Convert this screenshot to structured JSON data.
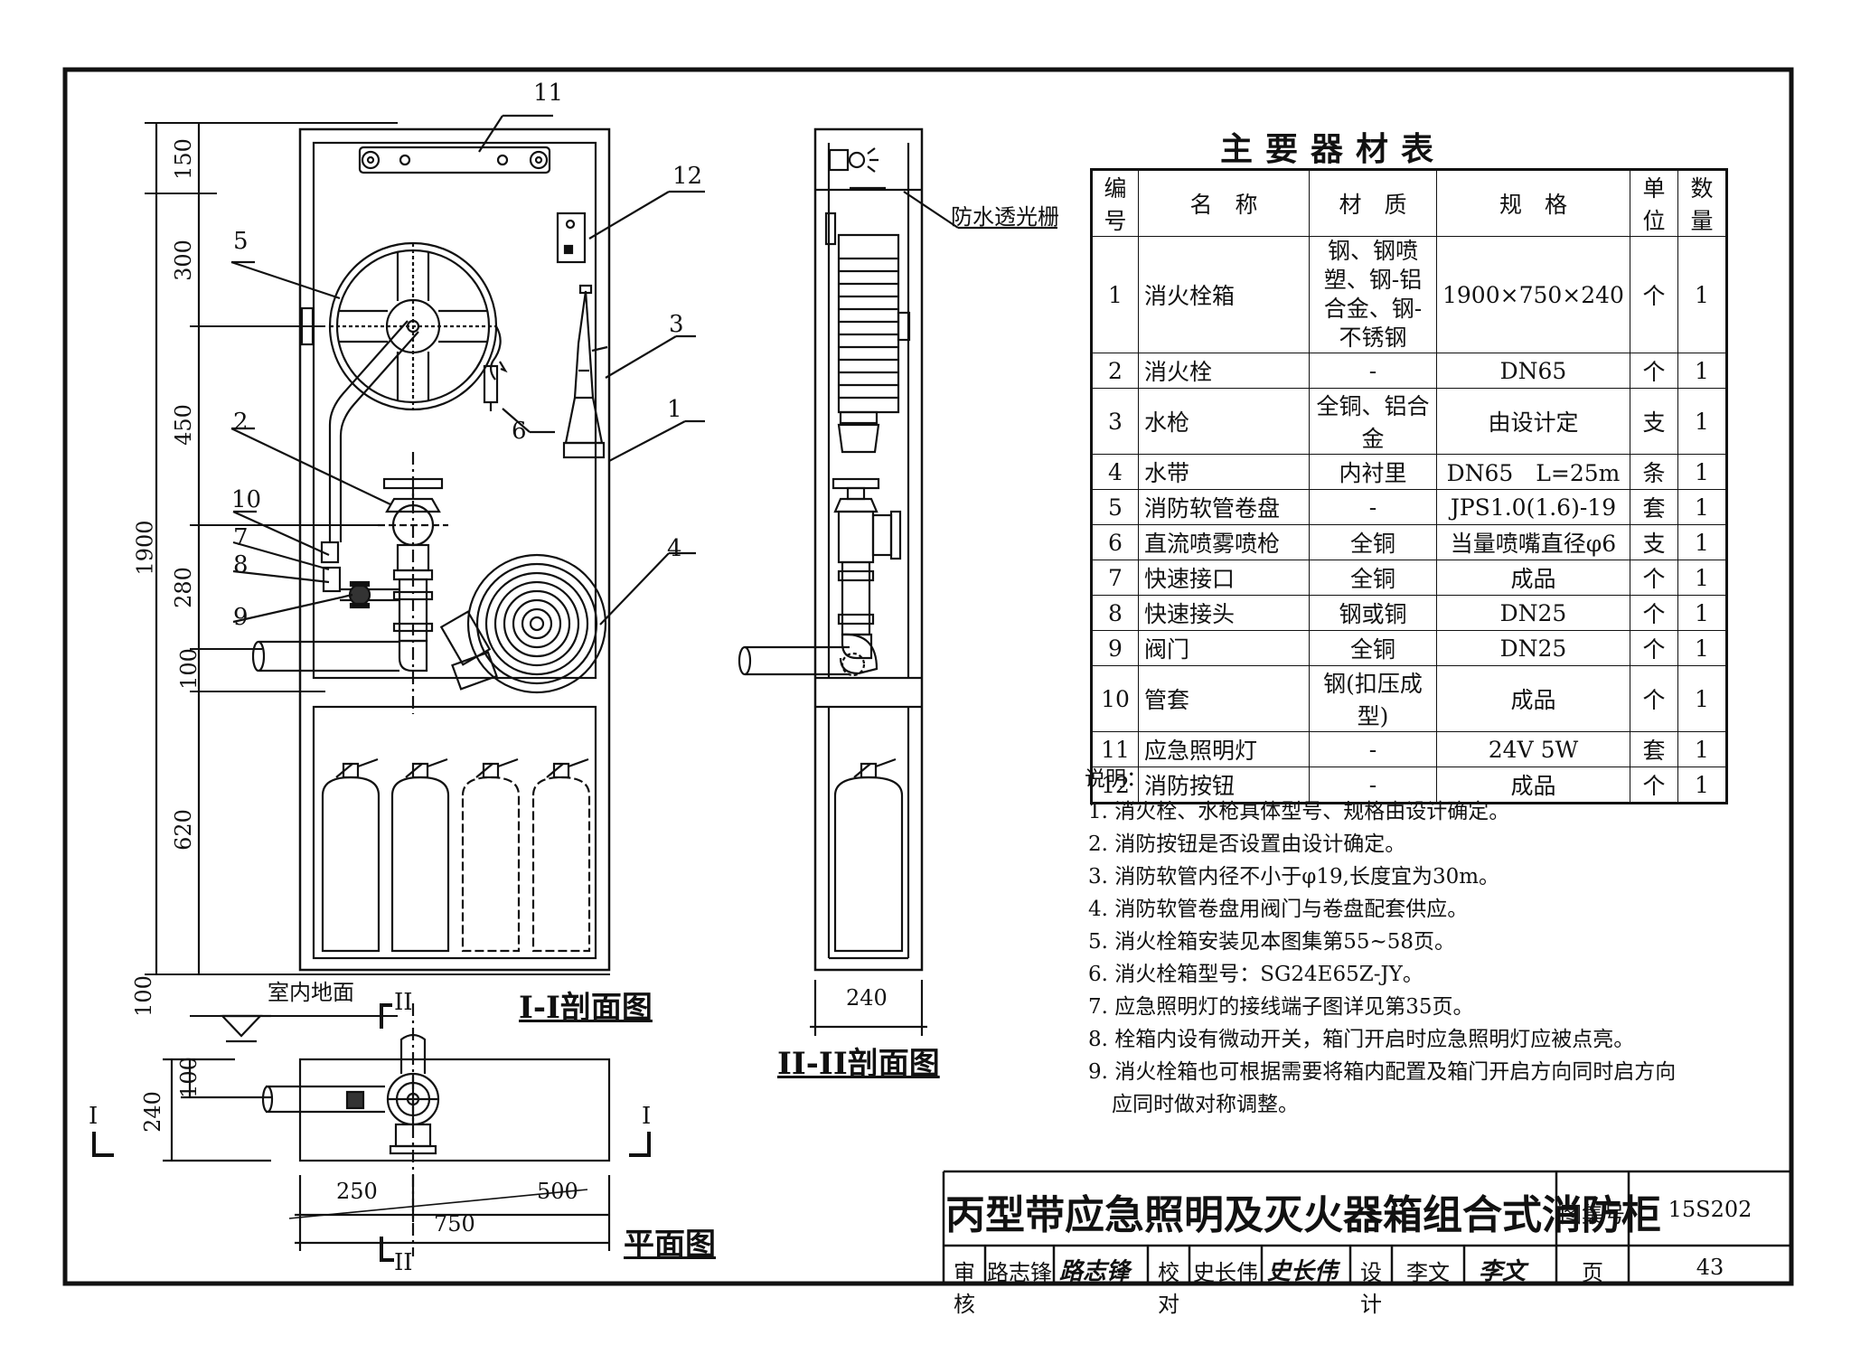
{
  "callouts": [
    "1",
    "2",
    "3",
    "4",
    "5",
    "6",
    "7",
    "8",
    "9",
    "10",
    "11",
    "12"
  ],
  "elevation": {
    "dims_left": [
      "150",
      "300",
      "450",
      "280",
      "100",
      "620",
      "100"
    ],
    "dim_total": "1900",
    "floor_label": "室内地面",
    "section_mark": "II",
    "title": "I-I剖面图"
  },
  "side": {
    "grille_label": "防水透光栅",
    "width_dim": "240",
    "title": "II-II剖面图"
  },
  "plan": {
    "dim_100": "100",
    "dim_240": "240",
    "dim_250": "250",
    "dim_500": "500",
    "dim_750": "750",
    "mark_I": "I",
    "mark_II": "II",
    "title": "平面图"
  },
  "materials": {
    "title": "主要器材表",
    "headers": [
      "编号",
      "名　称",
      "材　质",
      "规　格",
      "单位",
      "数量"
    ],
    "rows": [
      {
        "no": "1",
        "name": "消火栓箱",
        "material": "钢、钢喷塑、钢-铝合金、钢-不锈钢",
        "spec": "1900×750×240",
        "unit": "个",
        "qty": "1"
      },
      {
        "no": "2",
        "name": "消火栓",
        "material": "-",
        "spec": "DN65",
        "unit": "个",
        "qty": "1"
      },
      {
        "no": "3",
        "name": "水枪",
        "material": "全铜、铝合金",
        "spec": "由设计定",
        "unit": "支",
        "qty": "1"
      },
      {
        "no": "4",
        "name": "水带",
        "material": "内衬里",
        "spec": "DN65　L=25m",
        "unit": "条",
        "qty": "1"
      },
      {
        "no": "5",
        "name": "消防软管卷盘",
        "material": "-",
        "spec": "JPS1.0(1.6)-19",
        "unit": "套",
        "qty": "1"
      },
      {
        "no": "6",
        "name": "直流喷雾喷枪",
        "material": "全铜",
        "spec": "当量喷嘴直径φ6",
        "unit": "支",
        "qty": "1"
      },
      {
        "no": "7",
        "name": "快速接口",
        "material": "全铜",
        "spec": "成品",
        "unit": "个",
        "qty": "1"
      },
      {
        "no": "8",
        "name": "快速接头",
        "material": "钢或铜",
        "spec": "DN25",
        "unit": "个",
        "qty": "1"
      },
      {
        "no": "9",
        "name": "阀门",
        "material": "全铜",
        "spec": "DN25",
        "unit": "个",
        "qty": "1"
      },
      {
        "no": "10",
        "name": "管套",
        "material": "钢(扣压成型)",
        "spec": "成品",
        "unit": "个",
        "qty": "1"
      },
      {
        "no": "11",
        "name": "应急照明灯",
        "material": "-",
        "spec": "24V 5W",
        "unit": "套",
        "qty": "1"
      },
      {
        "no": "12",
        "name": "消防按钮",
        "material": "-",
        "spec": "成品",
        "unit": "个",
        "qty": "1"
      }
    ]
  },
  "notes": {
    "heading": "说明：",
    "items": [
      "1. 消火栓、水枪具体型号、规格由设计确定。",
      "2. 消防按钮是否设置由设计确定。",
      "3. 消防软管内径不小于φ19,长度宜为30m。",
      "4. 消防软管卷盘用阀门与卷盘配套供应。",
      "5. 消火栓箱安装见本图集第55~58页。",
      "6. 消火栓箱型号：SG24E65Z-JY。",
      "7. 应急照明灯的接线端子图详见第35页。",
      "8. 栓箱内设有微动开关，箱门开启时应急照明灯应被点亮。",
      "9. 消火栓箱也可根据需要将箱内配置及箱门开启方向同时启方向",
      "应同时做对称调整。"
    ]
  },
  "titleblock": {
    "title": "丙型带应急照明及灭火器箱组合式消防柜",
    "atlas_label": "图集号",
    "atlas_no": "15S202",
    "review_label": "审核",
    "reviewer": "路志锋",
    "reviewer_sig": "路志锋",
    "check_label": "校对",
    "checker": "史长伟",
    "checker_sig": "史长伟",
    "design_label": "设计",
    "designer": "李文",
    "designer_sig": "李文",
    "page_label": "页",
    "page_no": "43"
  }
}
